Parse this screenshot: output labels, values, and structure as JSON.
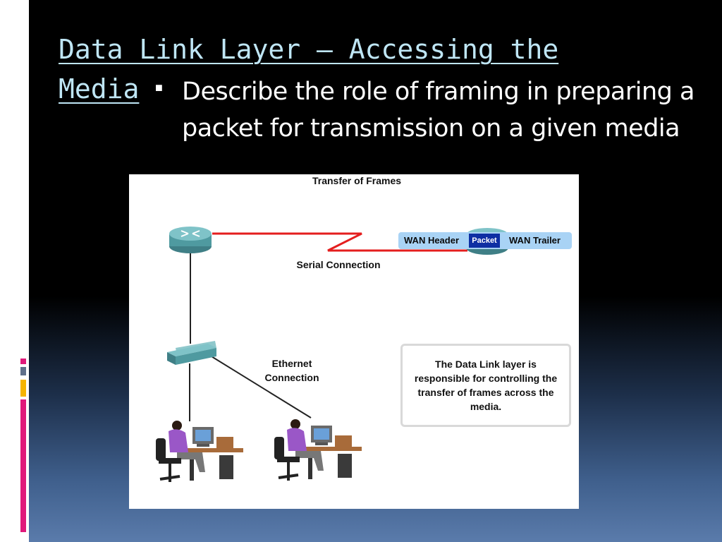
{
  "slide": {
    "title": "Data Link Layer – Accessing the Media",
    "bullet": "Describe the role of framing in preparing a packet for transmission on a given media"
  },
  "figure": {
    "title": "Transfer of Frames",
    "serial_label": "Serial Connection",
    "ethernet_label_line1": "Ethernet",
    "ethernet_label_line2": "Connection",
    "wan_header": "WAN Header",
    "packet": "Packet",
    "wan_trailer": "WAN Trailer",
    "note": "The Data Link layer is responsible for controlling the transfer of frames across the media."
  },
  "colors": {
    "title": "#bfe6f5",
    "serial_link": "#e41e1e",
    "wan_frame": "#a9d3f5",
    "packet": "#0e2fa3",
    "router": "#4f9aa0",
    "accent_pink": "#e0197a",
    "accent_yellow": "#f5b400"
  },
  "icons": [
    "router-icon",
    "switch-icon",
    "user-workstation-icon"
  ]
}
